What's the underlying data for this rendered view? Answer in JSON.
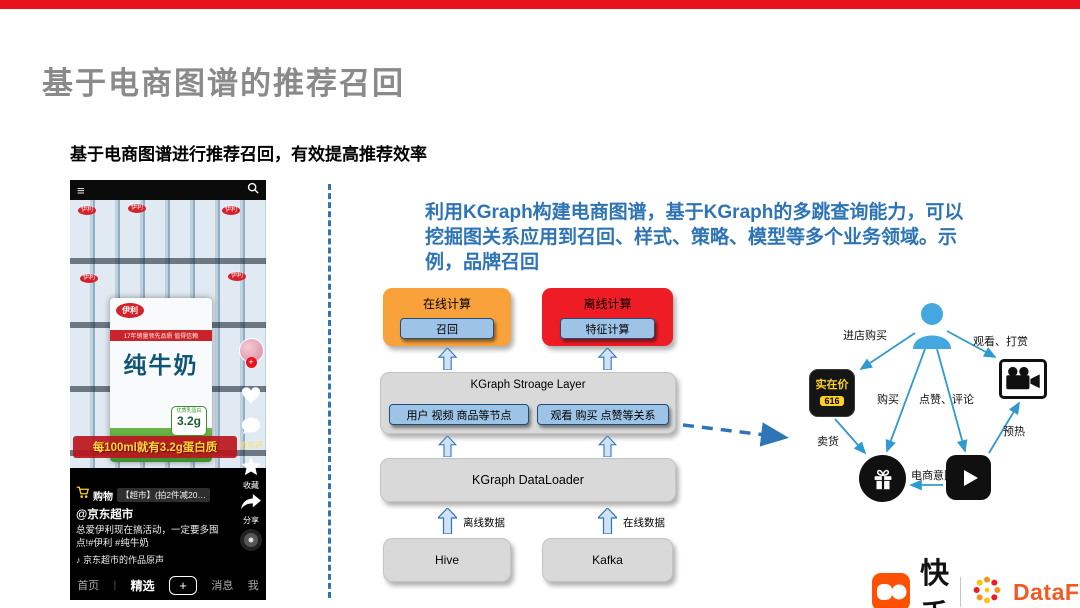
{
  "slide": {
    "title": "基于电商图谱的推荐召回",
    "subtitle": "基于电商图谱进行推荐召回，有效提高推荐效率",
    "description": "利用KGraph构建电商图谱，基于KGraph的多跳查询能力，可以挖掘图关系应用到召回、样式、策略、模型等多个业务领域。示例，品牌召回"
  },
  "phone": {
    "menu_icon": "≡",
    "carton": {
      "brand": "伊利",
      "ribbon": "17年销量领先品质 值得信赖",
      "name": "纯牛奶",
      "badge_top": "优质乳蛋白",
      "badge_main": "3.2g"
    },
    "banner": "每100ml就有3.2g蛋白质",
    "follow_icon": "+",
    "side_labels": [
      "抢先评",
      "收藏",
      "分享"
    ],
    "shop": {
      "label": "购物",
      "tag": "【超市】(拍2件减20…"
    },
    "account": "@京东超市",
    "caption": "总爱伊利现在搞活动，一定要多囤点!#伊利 #纯牛奶",
    "music_icon": "♪",
    "music": "京东超市的作品原声",
    "nav": [
      "首页",
      "精选",
      "消息",
      "我"
    ],
    "nav_sep": "|",
    "nav_plus": "+"
  },
  "architecture": {
    "online": {
      "title": "在线计算",
      "child": "召回"
    },
    "offline": {
      "title": "离线计算",
      "child": "特征计算"
    },
    "storage": {
      "title": "KGraph Stroage Layer",
      "nodes": "用户 视频 商品等节点",
      "relations": "观看 购买 点赞等关系"
    },
    "dataloader": "KGraph DataLoader",
    "sources": [
      {
        "name": "Hive",
        "label": "离线数据"
      },
      {
        "name": "Kafka",
        "label": "在线数据"
      }
    ]
  },
  "graph": {
    "labels": {
      "visit_buy": "进店购买",
      "watch_reward": "观看、打赏",
      "buy": "购买",
      "like_comment": "点赞、评论",
      "sell": "卖货",
      "preheat": "预热",
      "ecom_intent": "电商意图"
    },
    "app_icon": {
      "name": "实在价",
      "num": "616"
    }
  },
  "footer": {
    "kuaishou": "快手",
    "datafun": "DataFun."
  },
  "colors": {
    "accent_red": "#e8121c",
    "blue": "#2e74b5",
    "online_orange": "#f9a23b",
    "offline_red": "#ee1c25"
  }
}
